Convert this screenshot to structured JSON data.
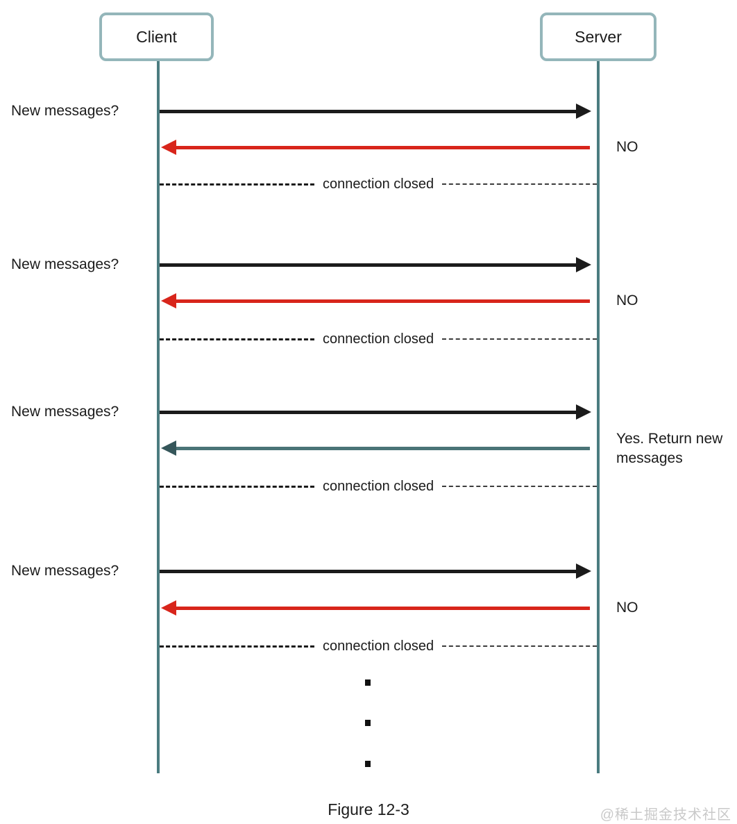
{
  "actors": {
    "client": "Client",
    "server": "Server"
  },
  "exchanges": [
    {
      "request": "New messages?",
      "response": "NO",
      "response_type": "no",
      "response_color": "#d8251b",
      "closed": "connection closed"
    },
    {
      "request": "New messages?",
      "response": "NO",
      "response_type": "no",
      "response_color": "#d8251b",
      "closed": "connection closed"
    },
    {
      "request": "New messages?",
      "response": "Yes. Return new messages",
      "response_type": "yes",
      "response_color": "#4a7477",
      "closed": "connection closed"
    },
    {
      "request": "New messages?",
      "response": "NO",
      "response_type": "no",
      "response_color": "#d8251b",
      "closed": "connection closed"
    }
  ],
  "caption": "Figure 12-3",
  "watermark": "@稀土掘金技术社区",
  "colors": {
    "request_arrow": "#1b1b1b",
    "response_no_arrow": "#d8251b",
    "response_yes_arrow": "#4a7477",
    "lifeline": "#4b7c80",
    "actor_box_border": "#94b6ba",
    "text": "#1b1b1b",
    "watermark_text": "#c9c9c9"
  }
}
